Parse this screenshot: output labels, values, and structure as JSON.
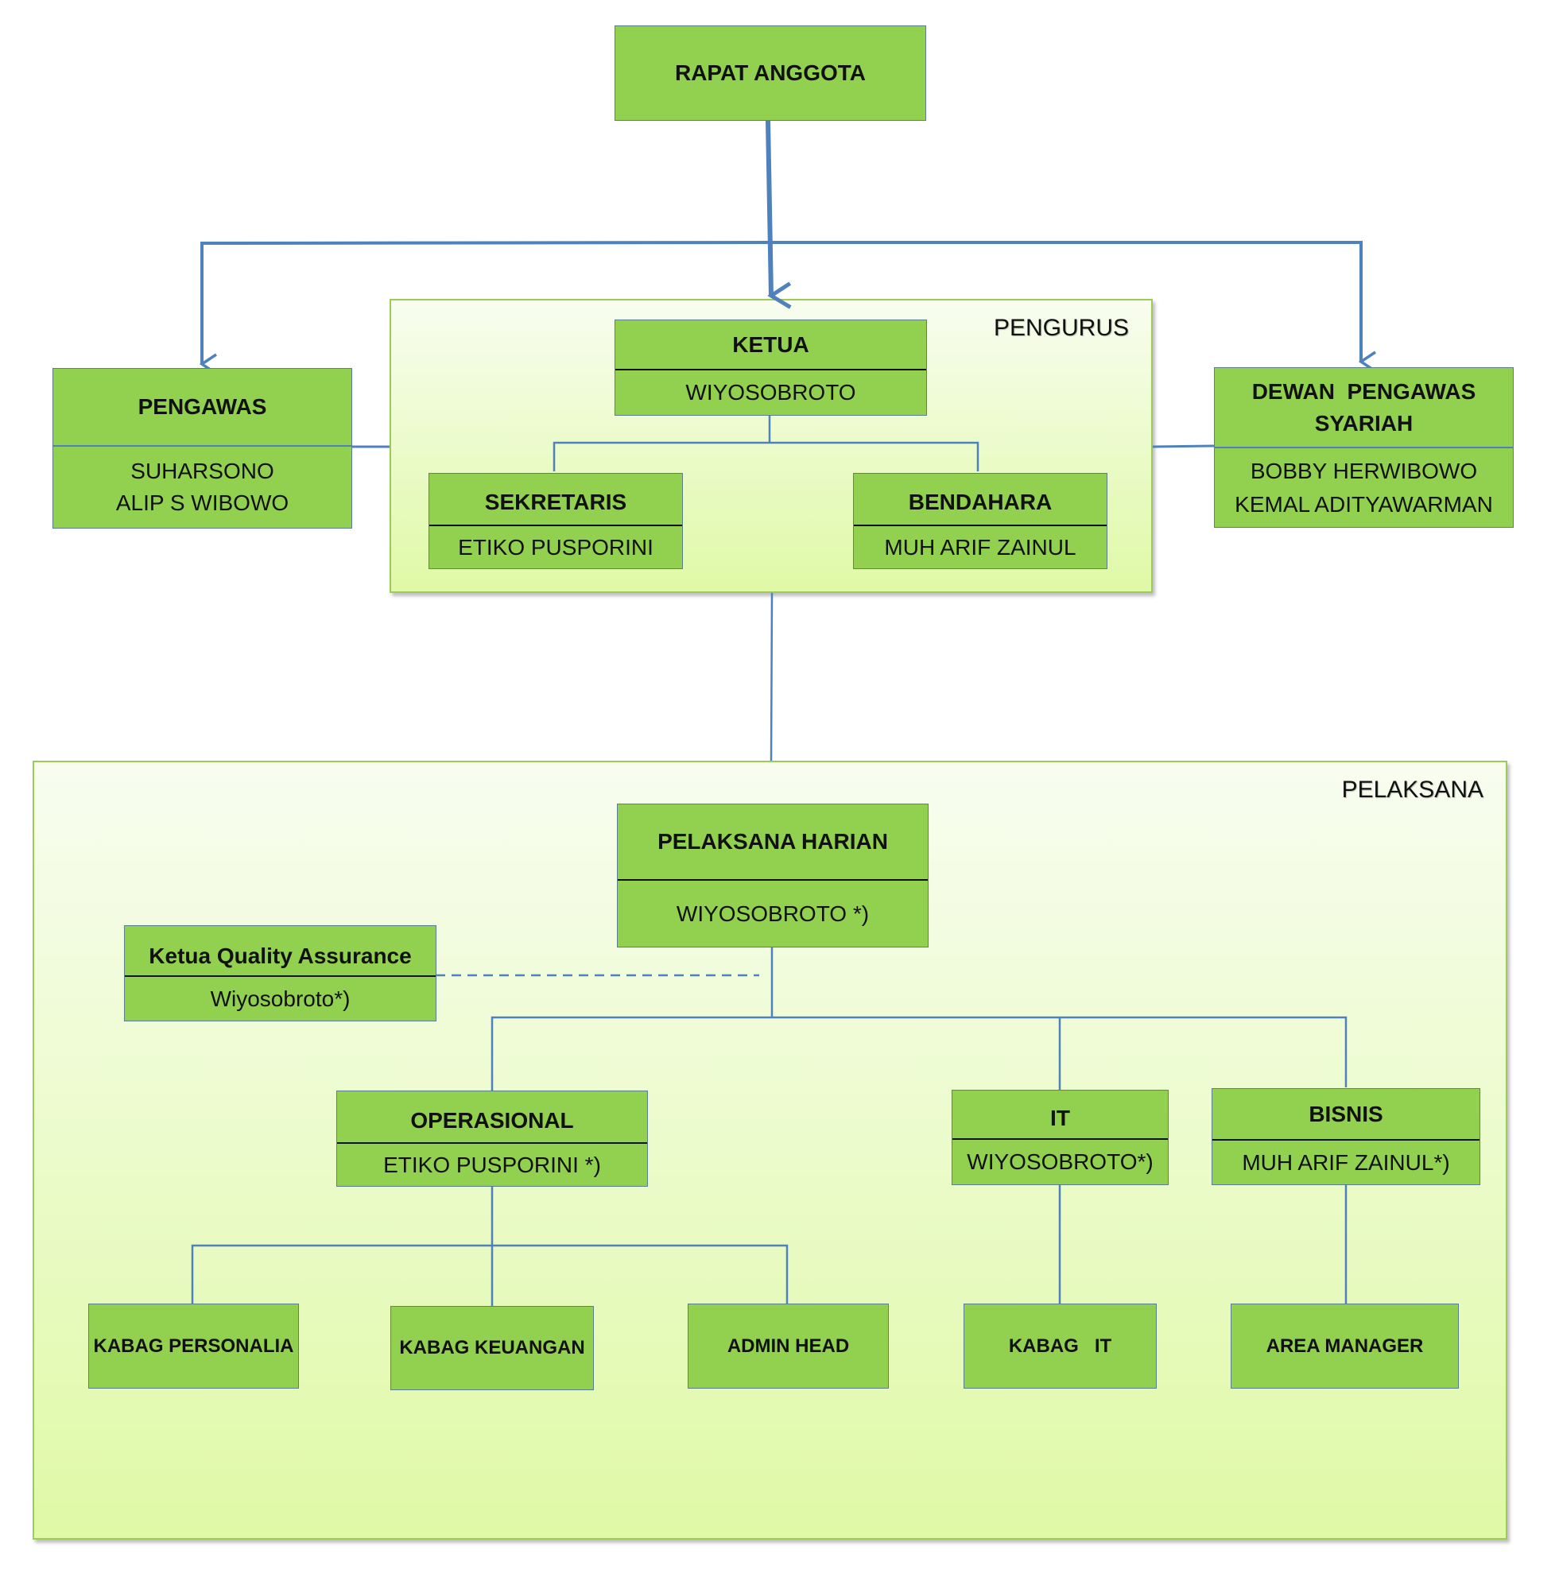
{
  "root": {
    "title": "RAPAT ANGGOTA"
  },
  "groups": {
    "pengurus": "PENGURUS",
    "pelaksana": "PELAKSANA"
  },
  "pengawas": {
    "title": "PENGAWAS",
    "members": [
      "SUHARSONO",
      "ALIP S WIBOWO"
    ]
  },
  "dps": {
    "title_line1": "DEWAN  PENGAWAS",
    "title_line2": "SYARIAH",
    "members": [
      "BOBBY HERWIBOWO",
      "KEMAL ADITYAWARMAN"
    ]
  },
  "ketua": {
    "title": "KETUA",
    "name": "WIYOSOBROTO"
  },
  "sekretaris": {
    "title": "SEKRETARIS",
    "name": "ETIKO PUSPORINI"
  },
  "bendahara": {
    "title": "BENDAHARA",
    "name": "MUH ARIF ZAINUL"
  },
  "pelaksana_harian": {
    "title": "PELAKSANA HARIAN",
    "name": "WIYOSOBROTO *)"
  },
  "qa": {
    "title": "Ketua Quality Assurance",
    "name": "Wiyosobroto*)"
  },
  "operasional": {
    "title": "OPERASIONAL",
    "name": "ETIKO PUSPORINI *)"
  },
  "it": {
    "title": "IT",
    "name": "WIYOSOBROTO*)"
  },
  "bisnis": {
    "title": "BISNIS",
    "name": "MUH ARIF ZAINUL*)"
  },
  "units": {
    "kabag_personalia": "KABAG PERSONALIA",
    "kabag_keuangan": "KABAG KEUANGAN",
    "admin_head": "ADMIN HEAD",
    "kabag_it": "KABAG   IT",
    "area_manager": "AREA MANAGER"
  },
  "colors": {
    "box_fill": "#92d050",
    "connector": "#4f81bd",
    "group_border": "#9ccc55"
  }
}
